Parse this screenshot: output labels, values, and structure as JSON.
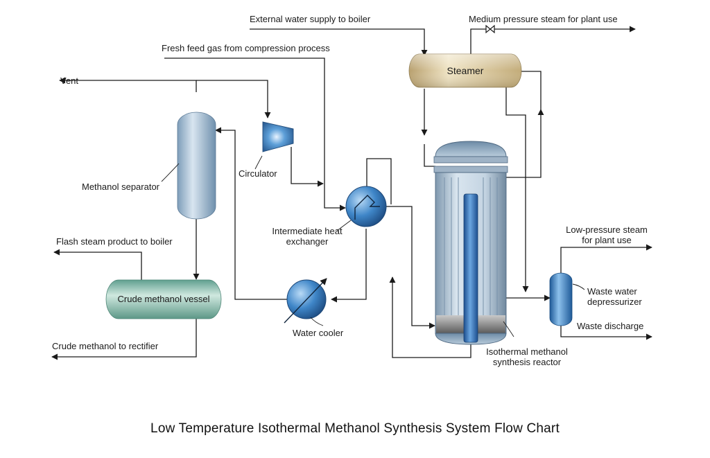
{
  "title": "Low Temperature Isothermal Methanol Synthesis System Flow Chart",
  "colors": {
    "steamer": "#dccca5",
    "separator": "#a9c2d8",
    "crude_vessel": "#8fc0b2",
    "circulator": "#4a8fc7",
    "exchanger": "#3f86c8",
    "reactor_shell": "#a9bfd3",
    "reactor_tube": "#3d7cc6",
    "depressurizer": "#3d86c8",
    "line": "#1a1a1a"
  },
  "equipment": {
    "steamer": "Steamer",
    "crude_methanol_vessel": "Crude methanol vessel"
  },
  "labels": {
    "external_water": "External water supply to boiler",
    "medium_steam": "Medium pressure steam for plant use",
    "fresh_feed": "Fresh feed gas from compression process",
    "vent": "Vent",
    "methanol_separator": "Methanol separator",
    "circulator": "Circulator",
    "intermediate_hx_line1": "Intermediate heat",
    "intermediate_hx_line2": "exchanger",
    "flash_steam": "Flash steam product to boiler",
    "water_cooler": "Water cooler",
    "crude_to_rectifier": "Crude methanol to rectifier",
    "low_pressure_line1": "Low-pressure steam",
    "low_pressure_line2": "for plant use",
    "waste_water_line1": "Waste water",
    "waste_water_line2": "depressurizer",
    "waste_discharge": "Waste discharge",
    "reactor_line1": "Isothermal methanol",
    "reactor_line2": "synthesis reactor"
  }
}
